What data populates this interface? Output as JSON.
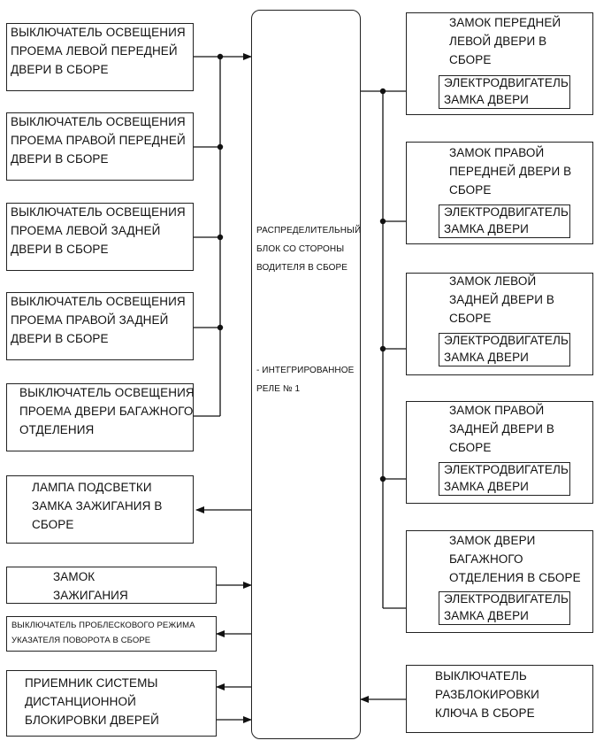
{
  "left_switches": [
    {
      "label": "ВЫКЛЮЧАТЕЛЬ ОСВЕЩЕНИЯ\nПРОЕМА ЛЕВОЙ ПЕРЕДНЕЙ\nДВЕРИ В СБОРЕ"
    },
    {
      "label": "ВЫКЛЮЧАТЕЛЬ ОСВЕЩЕНИЯ\nПРОЕМА ПРАВОЙ ПЕРЕДНЕЙ\nДВЕРИ В СБОРЕ"
    },
    {
      "label": "ВЫКЛЮЧАТЕЛЬ ОСВЕЩЕНИЯ\nПРОЕМА ЛЕВОЙ ЗАДНЕЙ\nДВЕРИ В СБОРЕ"
    },
    {
      "label": "ВЫКЛЮЧАТЕЛЬ ОСВЕЩЕНИЯ\nПРОЕМА ПРАВОЙ ЗАДНЕЙ\nДВЕРИ В СБОРЕ"
    },
    {
      "label": "ВЫКЛЮЧАТЕЛЬ ОСВЕЩЕНИЯ\nПРОЕМА ДВЕРИ БАГАЖНОГО\nОТДЕЛЕНИЯ"
    }
  ],
  "ignition_lamp": "ЛАМПА ПОДСВЕТКИ\nЗАМКА ЗАЖИГАНИЯ В\nСБОРЕ",
  "ignition_lock": "ЗАМОК\nЗАЖИГАНИЯ",
  "flasher_switch": "ВЫКЛЮЧАТЕЛЬ ПРОБЛЕСКОВОГО РЕЖИМА\nУКАЗАТЕЛЯ ПОВОРОТА В СБОРЕ",
  "remote_receiver": "ПРИЕМНИК СИСТЕМЫ\nДИСТАНЦИОННОЙ\nБЛОКИРОВКИ ДВЕРЕЙ",
  "central_block": {
    "title": "РАСПРЕДЕЛИТЕЛЬНЫЙ\nБЛОК СО СТОРОНЫ\nВОДИТЕЛЯ В СБОРЕ",
    "note": "- ИНТЕГРИРОВАННОЕ\nРЕЛЕ № 1"
  },
  "door_locks": [
    {
      "label": "ЗАМОК ПЕРЕДНЕЙ\nЛЕВОЙ ДВЕРИ В\nСБОРЕ",
      "motor": "ЭЛЕКТРОДВИГАТЕЛЬ\nЗАМКА ДВЕРИ"
    },
    {
      "label": "ЗАМОК ПРАВОЙ\nПЕРЕДНЕЙ ДВЕРИ В\nСБОРЕ",
      "motor": "ЭЛЕКТРОДВИГАТЕЛЬ\nЗАМКА ДВЕРИ"
    },
    {
      "label": "ЗАМОК ЛЕВОЙ\nЗАДНЕЙ ДВЕРИ В\nСБОРЕ",
      "motor": "ЭЛЕКТРОДВИГАТЕЛЬ\nЗАМКА ДВЕРИ"
    },
    {
      "label": "ЗАМОК ПРАВОЙ\nЗАДНЕЙ ДВЕРИ В\nСБОРЕ",
      "motor": "ЭЛЕКТРОДВИГАТЕЛЬ\nЗАМКА ДВЕРИ"
    },
    {
      "label": "ЗАМОК ДВЕРИ\nБАГАЖНОГО\nОТДЕЛЕНИЯ В СБОРЕ",
      "motor": "ЭЛЕКТРОДВИГАТЕЛЬ\nЗАМКА ДВЕРИ"
    }
  ],
  "key_unlock_switch": "ВЫКЛЮЧАТЕЛЬ\nРАЗБЛОКИРОВКИ\nКЛЮЧА В СБОРЕ"
}
